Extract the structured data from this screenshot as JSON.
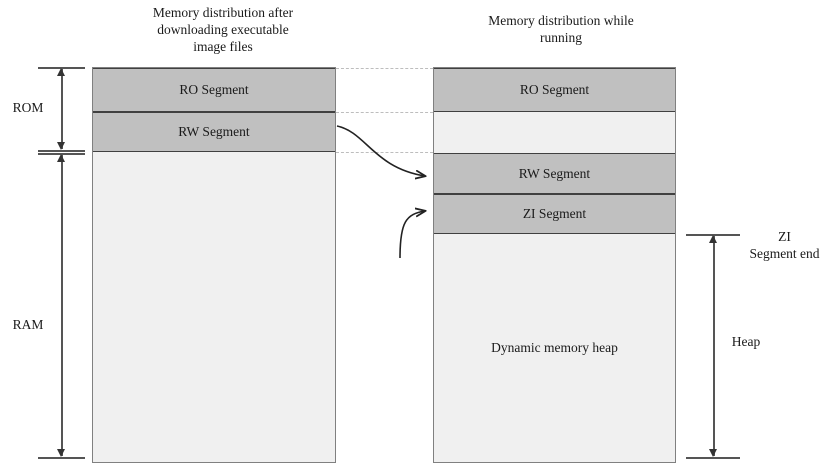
{
  "diagram": {
    "left": {
      "title": "Memory distribution after\ndownloading executable\nimage files",
      "segments": [
        {
          "label": "RO Segment",
          "fill": "gray"
        },
        {
          "label": "RW Segment",
          "fill": "gray"
        },
        {
          "label": "",
          "fill": "light"
        }
      ]
    },
    "right": {
      "title": "Memory distribution while\nrunning",
      "segments": [
        {
          "label": "RO Segment",
          "fill": "gray"
        },
        {
          "label": "",
          "fill": "light"
        },
        {
          "label": "RW Segment",
          "fill": "gray"
        },
        {
          "label": "ZI Segment",
          "fill": "gray"
        },
        {
          "label": "Dynamic memory heap",
          "fill": "light"
        }
      ]
    },
    "brackets": {
      "rom": "ROM",
      "ram": "RAM",
      "heap": "Heap",
      "zi_segment_end": "ZI\nSegment end"
    }
  },
  "colors": {
    "segment_fill": "#c0c0c0",
    "empty_fill": "#f0f0f0",
    "border": "#404040",
    "outline": "#808080",
    "guide": "#bdbdbd",
    "text": "#1a1a1a"
  }
}
